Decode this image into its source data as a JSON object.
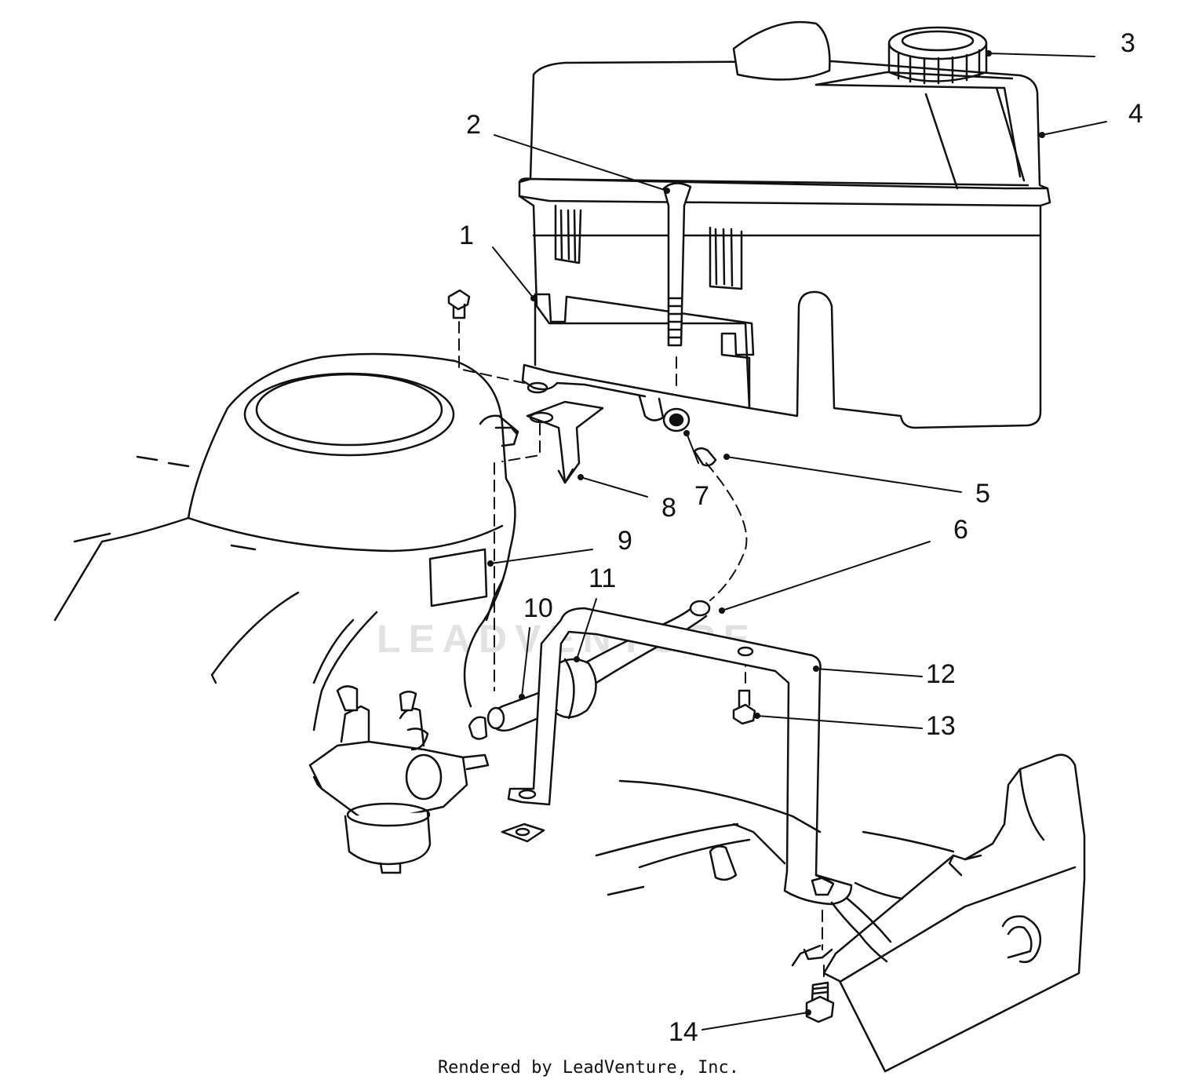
{
  "diagram": {
    "callouts": [
      {
        "id": "1",
        "label": "1"
      },
      {
        "id": "2",
        "label": "2"
      },
      {
        "id": "3",
        "label": "3"
      },
      {
        "id": "4",
        "label": "4"
      },
      {
        "id": "5",
        "label": "5"
      },
      {
        "id": "6",
        "label": "6"
      },
      {
        "id": "7",
        "label": "7"
      },
      {
        "id": "8",
        "label": "8"
      },
      {
        "id": "9",
        "label": "9"
      },
      {
        "id": "10",
        "label": "10"
      },
      {
        "id": "11",
        "label": "11"
      },
      {
        "id": "12",
        "label": "12"
      },
      {
        "id": "13",
        "label": "13"
      },
      {
        "id": "14",
        "label": "14"
      }
    ],
    "watermark": "LEADVENTURE",
    "footer": "Rendered by LeadVenture, Inc.",
    "colors": {
      "line": "#111111",
      "watermark": "#e2e2e2",
      "background": "#ffffff"
    }
  }
}
